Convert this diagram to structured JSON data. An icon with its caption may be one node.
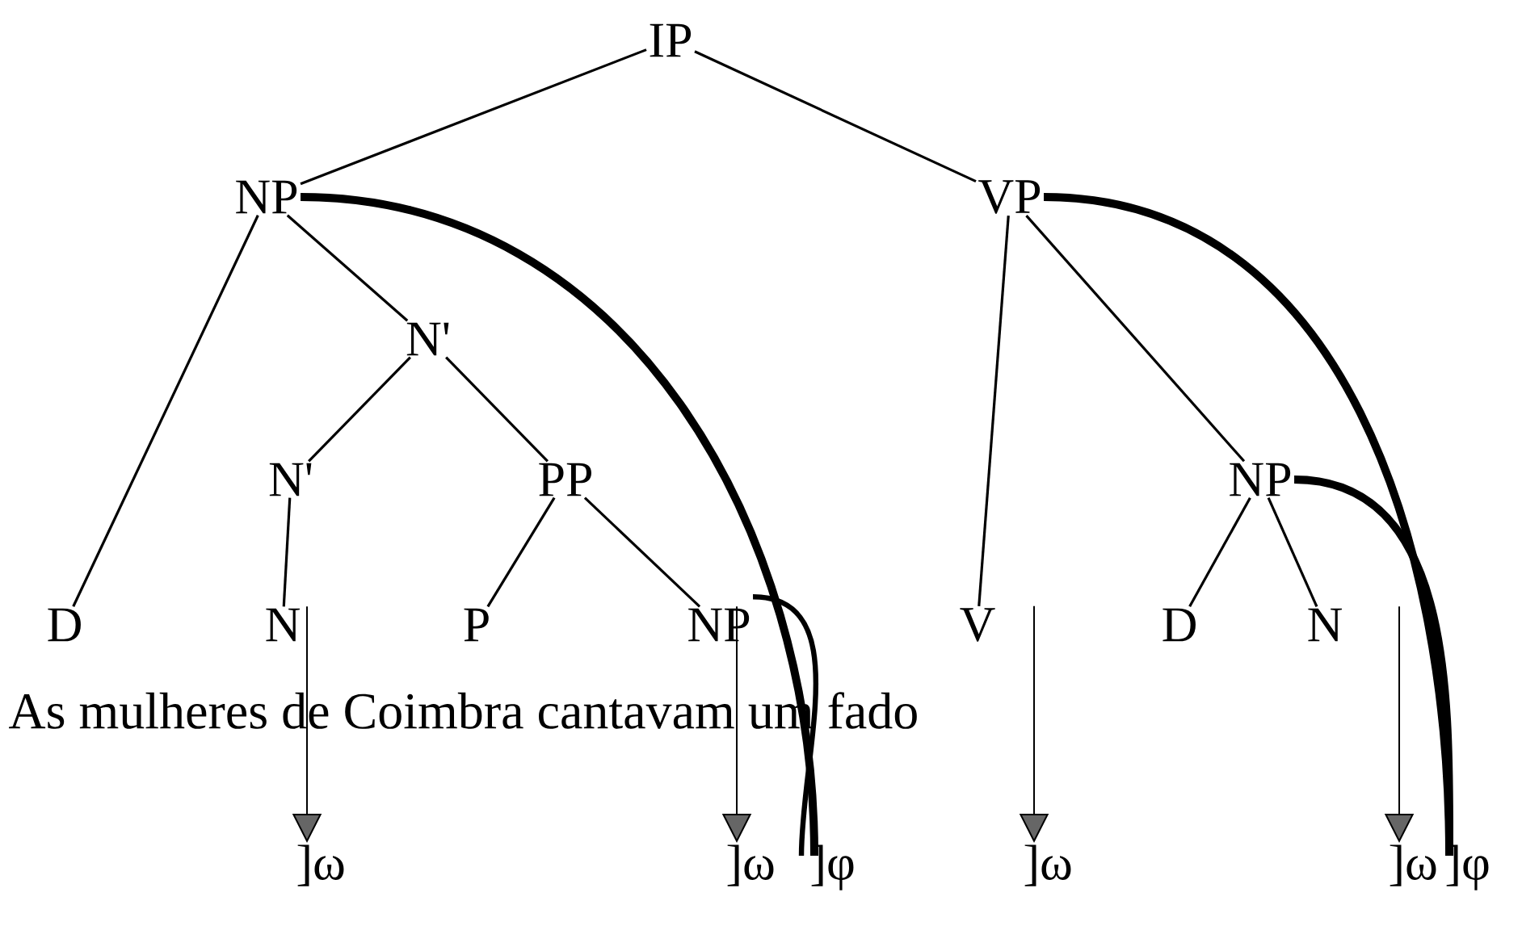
{
  "diagram": {
    "nodes": [
      {
        "text": [
          "IP"
        ]
      },
      {
        "text": [
          "NP"
        ]
      },
      {
        "text": [
          "VP"
        ]
      },
      {
        "text": [
          "N'"
        ]
      },
      {
        "text": [
          "D"
        ]
      },
      {
        "text": [
          "N'"
        ]
      },
      {
        "text": [
          "PP"
        ]
      },
      {
        "text": [
          "N"
        ]
      },
      {
        "text": [
          "P"
        ]
      },
      {
        "text": [
          "NP"
        ]
      },
      {
        "text": [
          "V"
        ]
      },
      {
        "text": [
          "NP"
        ]
      },
      {
        "text": [
          "D"
        ]
      },
      {
        "text": [
          "N"
        ]
      },
      {
        "text": [
          "]ω"
        ]
      },
      {
        "text": [
          "]ω"
        ]
      },
      {
        "text": [
          "]φ"
        ]
      },
      {
        "text": [
          "]ω"
        ]
      },
      {
        "text": [
          "]ω"
        ]
      },
      {
        "text": [
          "]φ"
        ]
      }
    ],
    "edges": [
      {
        "from": 0,
        "to": 1,
        "arrow": "none"
      },
      {
        "from": 0,
        "to": 2,
        "arrow": "none"
      },
      {
        "from": 1,
        "to": 4,
        "arrow": "none"
      },
      {
        "from": 1,
        "to": 3,
        "arrow": "none"
      },
      {
        "from": 3,
        "to": 5,
        "arrow": "none"
      },
      {
        "from": 3,
        "to": 6,
        "arrow": "none"
      },
      {
        "from": 5,
        "to": 7,
        "arrow": "none"
      },
      {
        "from": 6,
        "to": 8,
        "arrow": "none"
      },
      {
        "from": 6,
        "to": 9,
        "arrow": "none"
      },
      {
        "from": 2,
        "to": 10,
        "arrow": "none"
      },
      {
        "from": 2,
        "to": 11,
        "arrow": "none"
      },
      {
        "from": 11,
        "to": 12,
        "arrow": "none"
      },
      {
        "from": 11,
        "to": 13,
        "arrow": "none"
      },
      {
        "from": 7,
        "to": 14,
        "arrow": "to"
      },
      {
        "from": 9,
        "to": 15,
        "arrow": "to"
      },
      {
        "from": 10,
        "to": 17,
        "arrow": "to"
      },
      {
        "from": 13,
        "to": 18,
        "arrow": "to"
      },
      {
        "from": 9,
        "to": 16,
        "arrow": "none",
        "style": "thick"
      },
      {
        "from": 1,
        "to": 16,
        "arrow": "none",
        "style": "thick"
      },
      {
        "from": 11,
        "to": 19,
        "arrow": "none",
        "style": "thick"
      },
      {
        "from": 2,
        "to": 19,
        "arrow": "none",
        "style": "thick"
      }
    ],
    "labels": [
      "As mulheres de Coimbra cantavam um fado"
    ]
  }
}
